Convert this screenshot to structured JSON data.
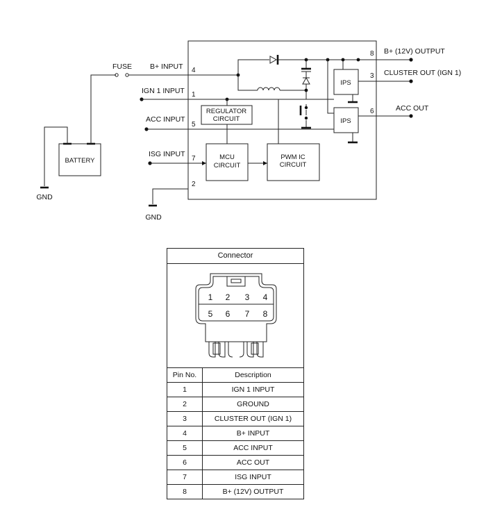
{
  "schematic": {
    "labels": {
      "fuse": "FUSE",
      "b_plus_input": "B+ INPUT",
      "ign1_input": "IGN 1 INPUT",
      "acc_input": "ACC INPUT",
      "isg_input": "ISG INPUT",
      "b_plus_12v_output": "B+ (12V) OUTPUT",
      "cluster_out": "CLUSTER OUT (IGN 1)",
      "acc_out": "ACC OUT",
      "gnd_battery": "GND",
      "gnd_module": "GND"
    },
    "pins": {
      "p1": "1",
      "p2": "2",
      "p3": "3",
      "p4": "4",
      "p5": "5",
      "p6": "6",
      "p7": "7",
      "p8": "8"
    },
    "blocks": {
      "battery": "BATTERY",
      "regulator_line1": "REGULATOR",
      "regulator_line2": "CIRCUIT",
      "mcu_line1": "MCU",
      "mcu_line2": "CIRCUIT",
      "pwm_line1": "PWM IC",
      "pwm_line2": "CIRCUIT",
      "ips_top": "IPS",
      "ips_bottom": "IPS"
    }
  },
  "connector": {
    "title": "Connector",
    "cavity_numbers": [
      "1",
      "2",
      "3",
      "4",
      "5",
      "6",
      "7",
      "8"
    ],
    "header": {
      "pin": "Pin No.",
      "description": "Description"
    },
    "pins": [
      {
        "no": "1",
        "desc": "IGN 1 INPUT"
      },
      {
        "no": "2",
        "desc": "GROUND"
      },
      {
        "no": "3",
        "desc": "CLUSTER OUT (IGN 1)"
      },
      {
        "no": "4",
        "desc": "B+ INPUT"
      },
      {
        "no": "5",
        "desc": "ACC INPUT"
      },
      {
        "no": "6",
        "desc": "ACC OUT"
      },
      {
        "no": "7",
        "desc": "ISG INPUT"
      },
      {
        "no": "8",
        "desc": "B+ (12V) OUTPUT"
      }
    ]
  }
}
